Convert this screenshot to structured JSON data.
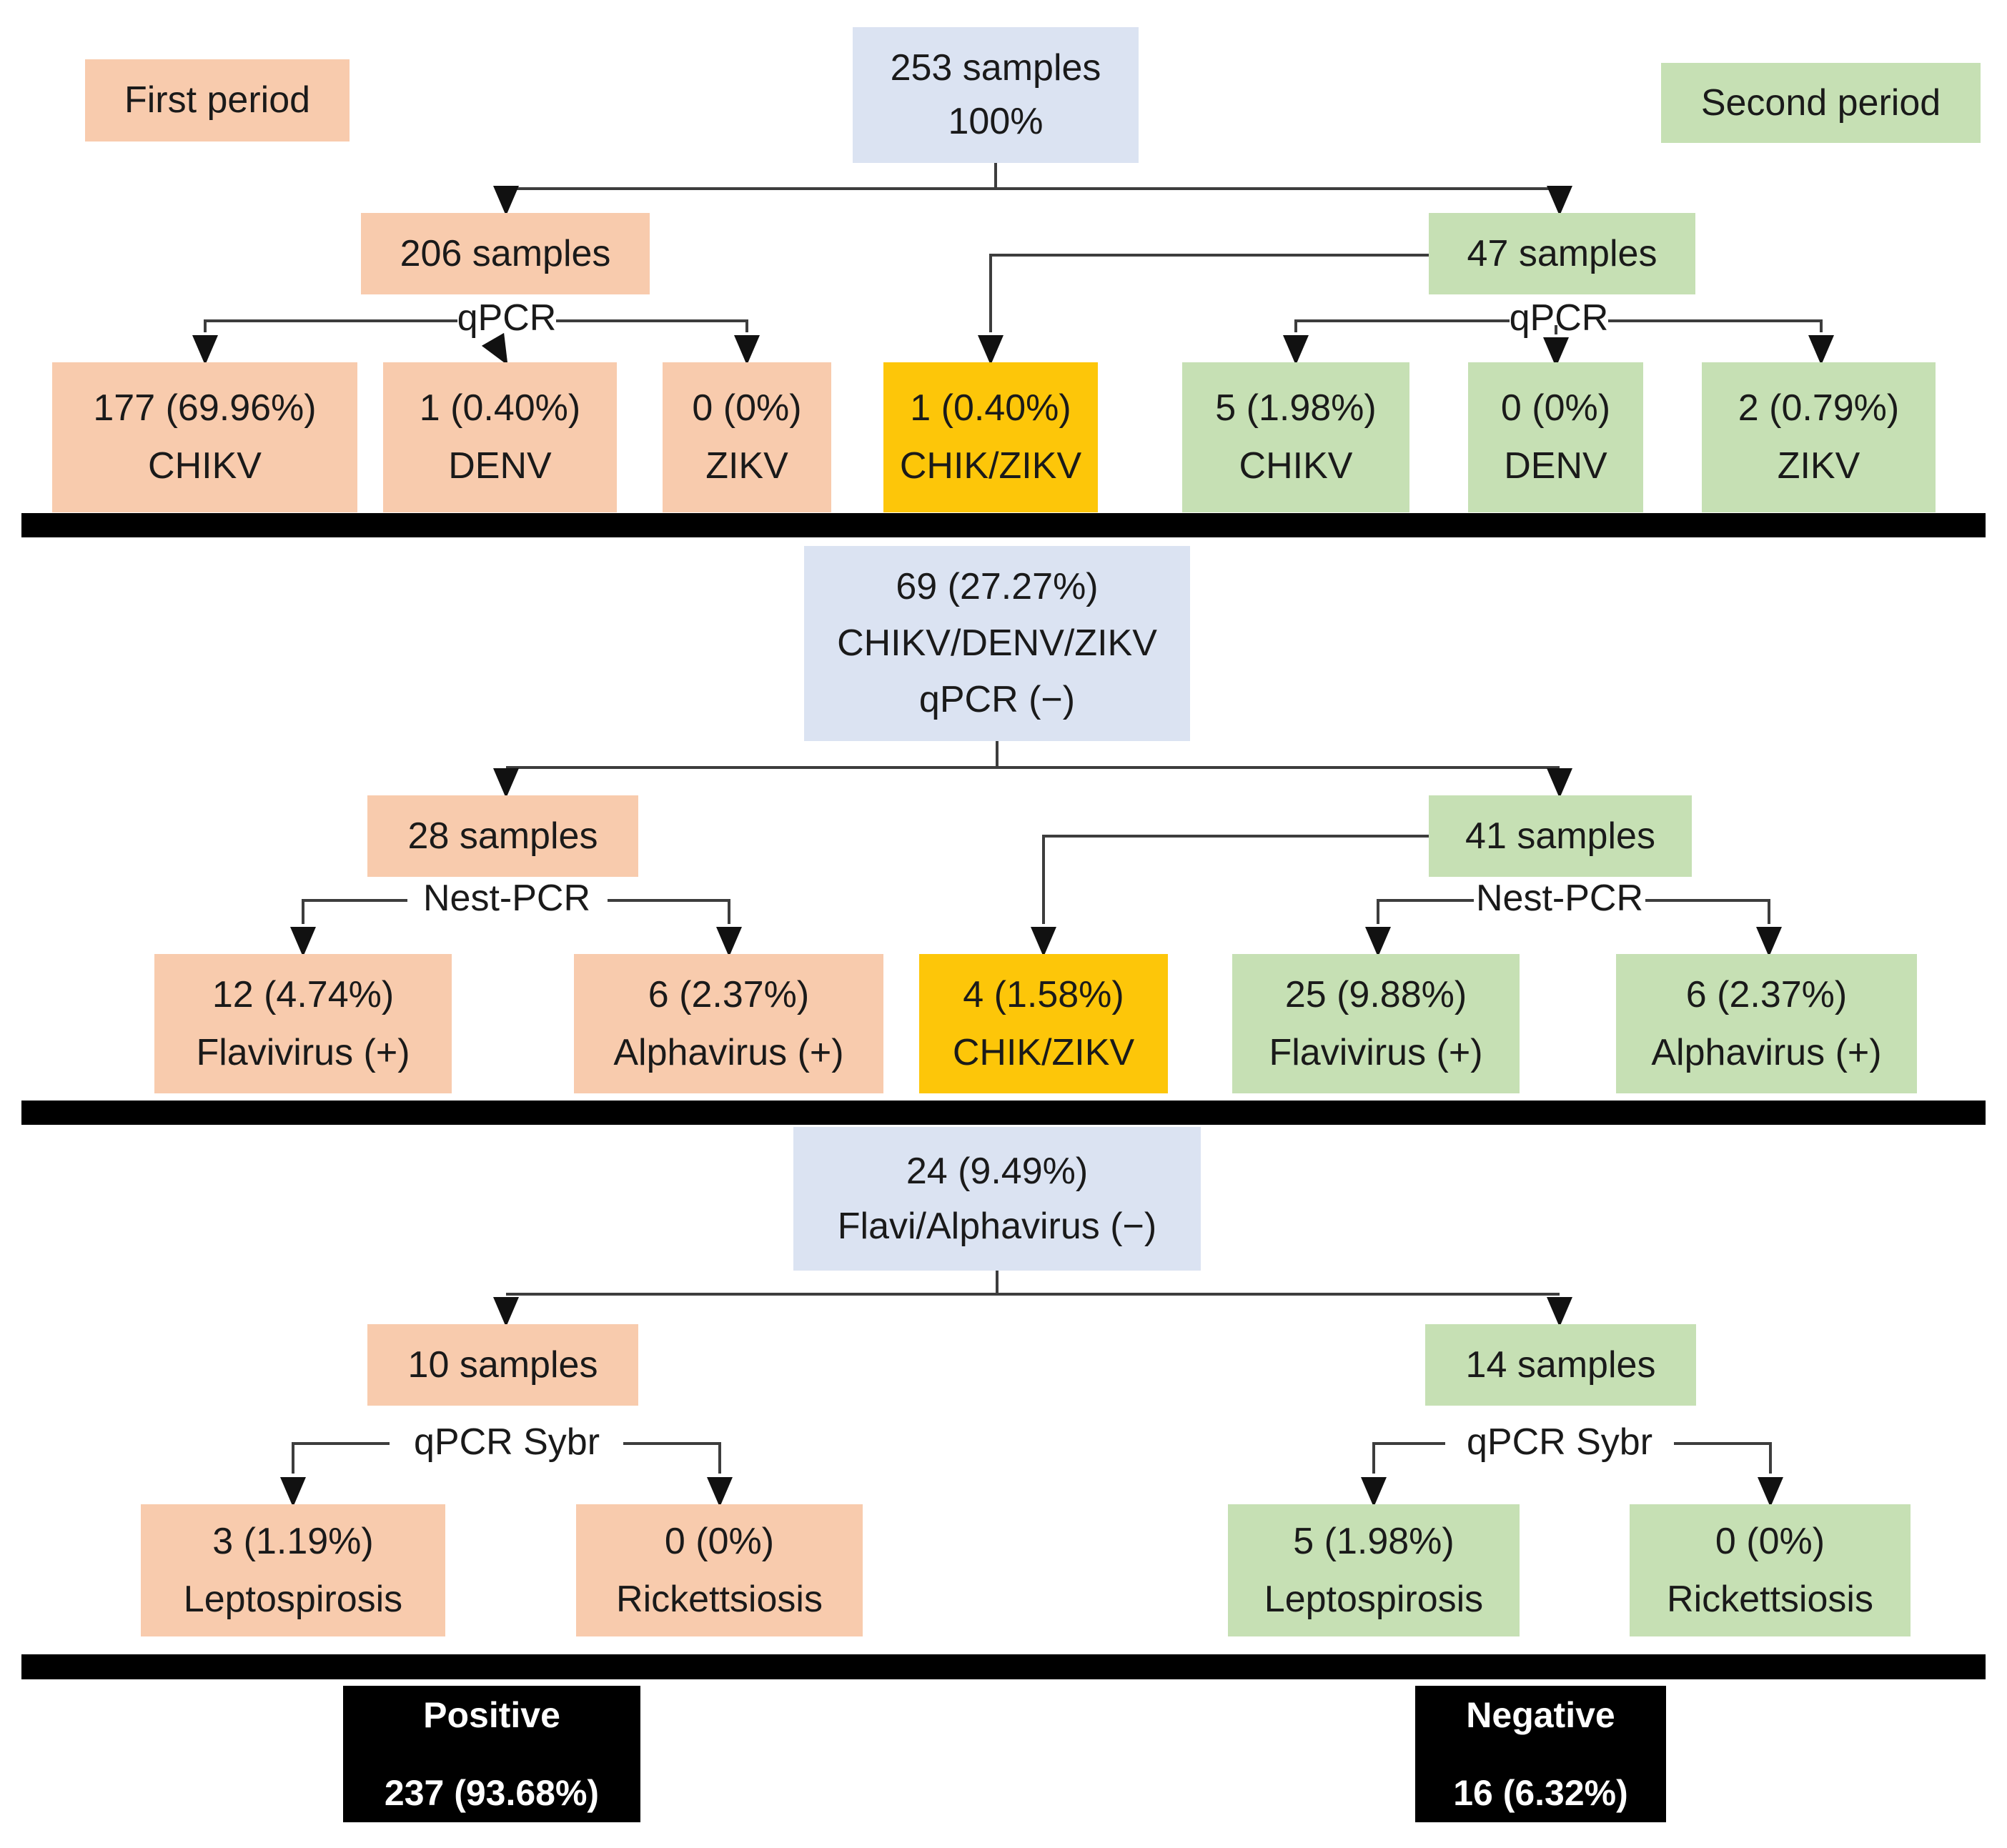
{
  "palette": {
    "first_period": "#F8CBAD",
    "second_period": "#C6E0B4",
    "total": "#DBE3F2",
    "coinfection": "#FDC609",
    "summary_bg": "#000000"
  },
  "legend": {
    "first_period": "First period",
    "second_period": "Second period"
  },
  "root": {
    "lines": [
      "253 samples",
      "100%"
    ]
  },
  "tier1": {
    "first_samples": "206 samples",
    "second_samples": "47 samples",
    "method_first": "qPCR",
    "method_second": "qPCR",
    "first_results": [
      {
        "count": "177 (69.96%)",
        "label": "CHIKV"
      },
      {
        "count": "1 (0.40%)",
        "label": "DENV"
      },
      {
        "count": "0 (0%)",
        "label": "ZIKV"
      }
    ],
    "coinfection": {
      "count": "1 (0.40%)",
      "label": "CHIK/ZIKV"
    },
    "second_results": [
      {
        "count": "5 (1.98%)",
        "label": "CHIKV"
      },
      {
        "count": "0 (0%)",
        "label": "DENV"
      },
      {
        "count": "2 (0.79%)",
        "label": "ZIKV"
      }
    ]
  },
  "tier2": {
    "root": {
      "lines": [
        "69 (27.27%)",
        "CHIKV/DENV/ZIKV",
        "qPCR (−)"
      ]
    },
    "first_samples": "28 samples",
    "second_samples": "41 samples",
    "method_first": "Nest-PCR",
    "method_second": "Nest-PCR",
    "first_results": [
      {
        "count": "12 (4.74%)",
        "label": "Flavivirus (+)"
      },
      {
        "count": "6 (2.37%)",
        "label": "Alphavirus (+)"
      }
    ],
    "coinfection": {
      "count": "4 (1.58%)",
      "label": "CHIK/ZIKV"
    },
    "second_results": [
      {
        "count": "25 (9.88%)",
        "label": "Flavivirus (+)"
      },
      {
        "count": "6 (2.37%)",
        "label": "Alphavirus (+)"
      }
    ]
  },
  "tier3": {
    "root": {
      "lines": [
        "24 (9.49%)",
        "Flavi/Alphavirus (−)"
      ]
    },
    "first_samples": "10 samples",
    "second_samples": "14 samples",
    "method_first": "qPCR Sybr",
    "method_second": "qPCR Sybr",
    "first_results": [
      {
        "count": "3 (1.19%)",
        "label": "Leptospirosis"
      },
      {
        "count": "0 (0%)",
        "label": "Rickettsiosis"
      }
    ],
    "second_results": [
      {
        "count": "5 (1.98%)",
        "label": "Leptospirosis"
      },
      {
        "count": "0 (0%)",
        "label": "Rickettsiosis"
      }
    ]
  },
  "summary": {
    "positive": {
      "lines": [
        "Positive",
        "237 (93.68%)"
      ]
    },
    "negative": {
      "lines": [
        "Negative",
        "16 (6.32%)"
      ]
    }
  }
}
